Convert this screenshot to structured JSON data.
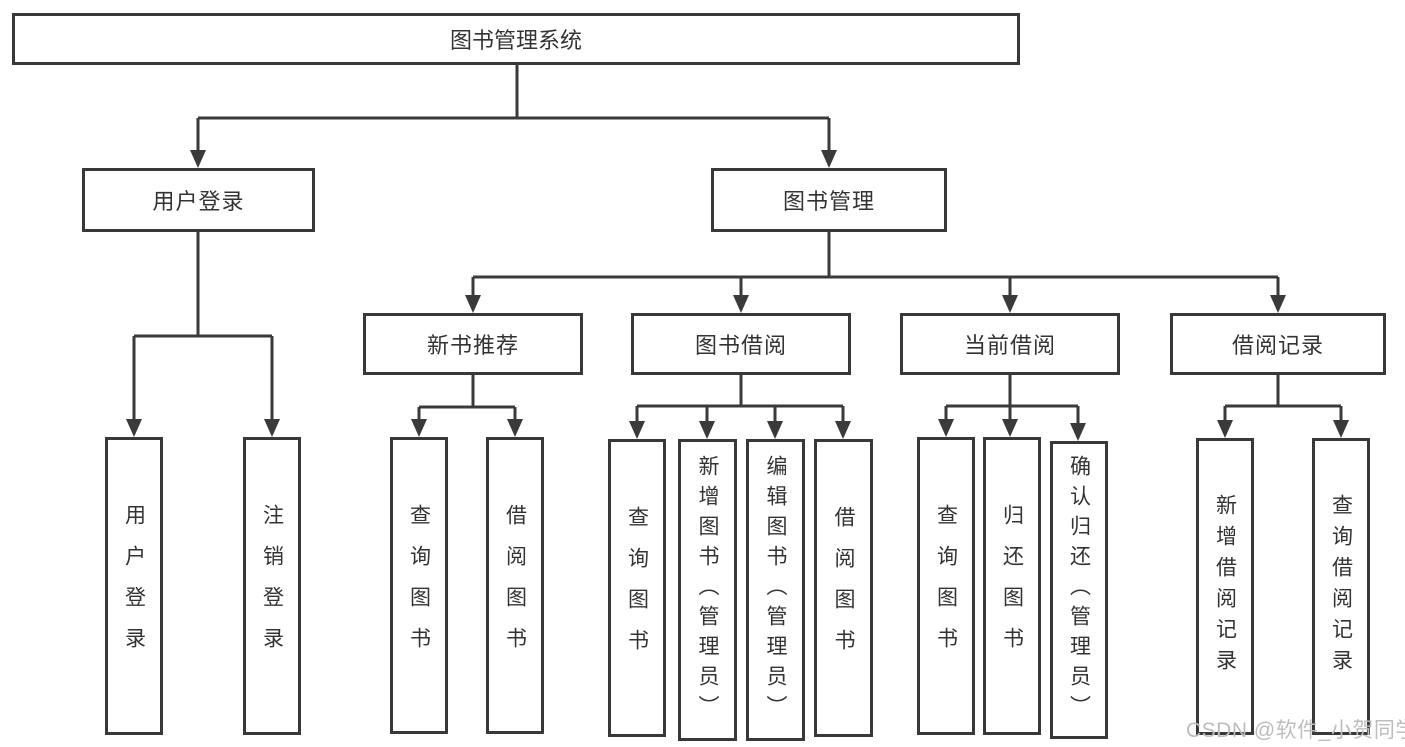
{
  "diagram_title": "图书管理系统",
  "nodes": {
    "root": "图书管理系统",
    "user_login": "用户登录",
    "book_mgmt": "图书管理",
    "new_book_rec": "新书推荐",
    "book_borrow": "图书借阅",
    "current_borrow": "当前借阅",
    "borrow_record": "借阅记录",
    "login": "用户登录",
    "logout": "注销登录",
    "rec_query_book": "查询图书",
    "rec_borrow_book": "借阅图书",
    "bb_query_book": "查询图书",
    "bb_add_book": "新增图书（管理员）",
    "bb_edit_book": "编辑图书（管理员）",
    "bb_borrow_book": "借阅图书",
    "cb_query_book": "查询图书",
    "cb_return_book": "归还图书",
    "cb_confirm_return": "确认归还（管理员）",
    "br_add_record": "新增借阅记录",
    "br_query_record": "查询借阅记录"
  },
  "edges": [
    {
      "from": "root",
      "to": "user_login"
    },
    {
      "from": "root",
      "to": "book_mgmt"
    },
    {
      "from": "user_login",
      "to": "login"
    },
    {
      "from": "user_login",
      "to": "logout"
    },
    {
      "from": "book_mgmt",
      "to": "new_book_rec"
    },
    {
      "from": "book_mgmt",
      "to": "book_borrow"
    },
    {
      "from": "book_mgmt",
      "to": "current_borrow"
    },
    {
      "from": "book_mgmt",
      "to": "borrow_record"
    },
    {
      "from": "new_book_rec",
      "to": "rec_query_book"
    },
    {
      "from": "new_book_rec",
      "to": "rec_borrow_book"
    },
    {
      "from": "book_borrow",
      "to": "bb_query_book"
    },
    {
      "from": "book_borrow",
      "to": "bb_add_book"
    },
    {
      "from": "book_borrow",
      "to": "bb_edit_book"
    },
    {
      "from": "book_borrow",
      "to": "bb_borrow_book"
    },
    {
      "from": "current_borrow",
      "to": "cb_query_book"
    },
    {
      "from": "current_borrow",
      "to": "cb_return_book"
    },
    {
      "from": "current_borrow",
      "to": "cb_confirm_return"
    },
    {
      "from": "borrow_record",
      "to": "br_add_record"
    },
    {
      "from": "borrow_record",
      "to": "br_query_record"
    }
  ],
  "watermark": "CSDN @软件_小贺同学",
  "colors": {
    "line": "#3a3a3a",
    "border": "#383838",
    "text": "#333333",
    "watermark": "#bdbdbd",
    "background": "#ffffff"
  }
}
